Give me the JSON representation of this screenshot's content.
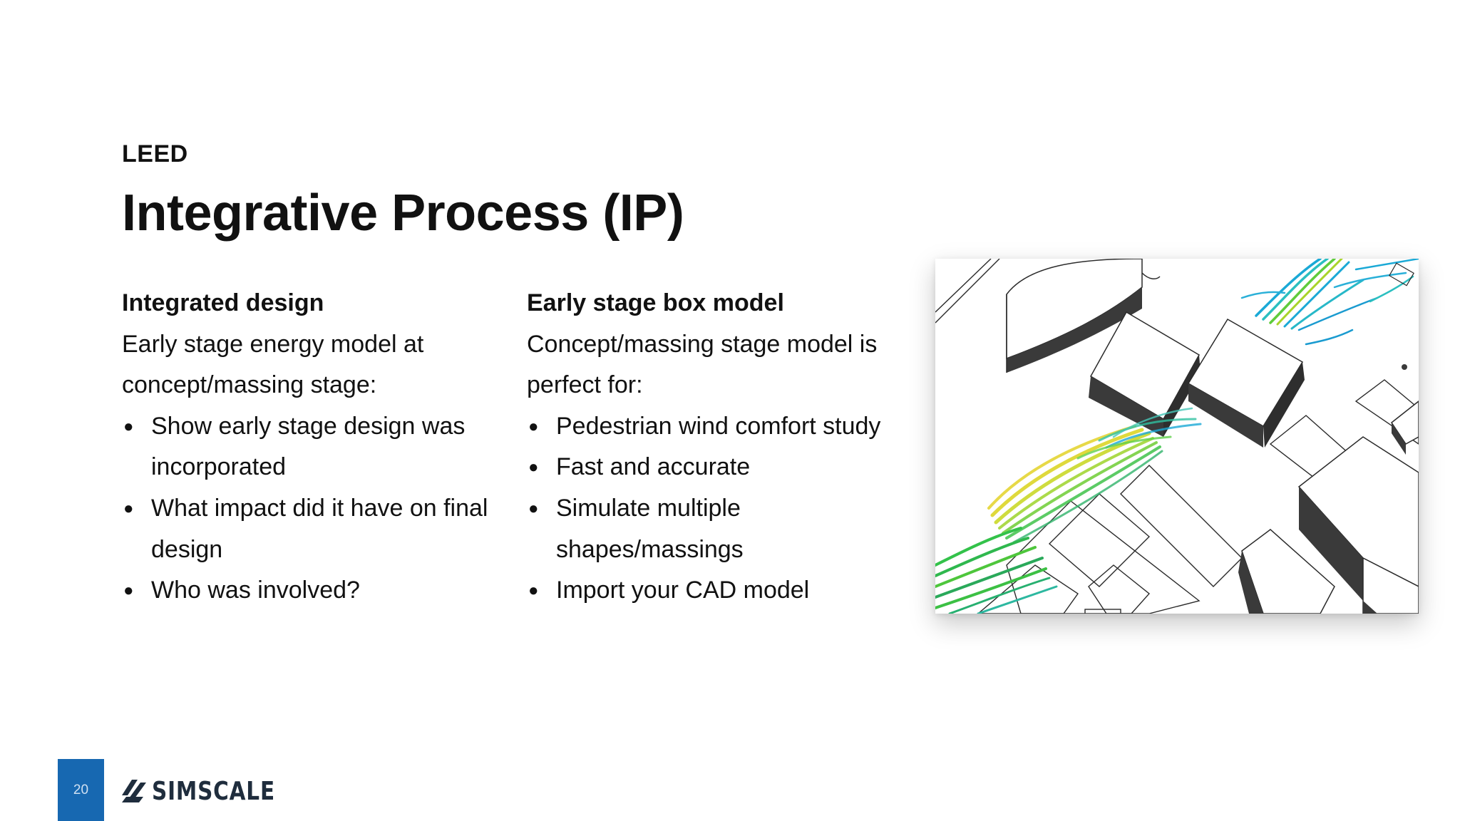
{
  "slide": {
    "kicker": "LEED",
    "title": "Integrative Process (IP)",
    "page_number": "20"
  },
  "left_column": {
    "heading": "Integrated design",
    "intro": "Early stage energy model at concept/massing stage:",
    "bullets": [
      "Show early stage design was incorporated",
      "What impact did it have on final design",
      "Who was involved?"
    ]
  },
  "right_column": {
    "heading": "Early stage box model",
    "intro": "Concept/massing stage model is perfect for:",
    "bullets": [
      "Pedestrian wind comfort study",
      "Fast and accurate",
      "Simulate multiple shapes/massings",
      "Import your CAD model"
    ]
  },
  "bullet_glyph": "●",
  "logo": {
    "text": "SIMSCALE",
    "icon": "simscale-stripes-icon"
  },
  "image": {
    "icon": "cfd-wind-simulation-render"
  },
  "colors": {
    "badge": "#1768b1",
    "building_dark": "#3a3a3a",
    "stream_green": "#33c24a",
    "stream_yellow": "#d9d21a",
    "stream_cyan": "#1aa9d6"
  }
}
